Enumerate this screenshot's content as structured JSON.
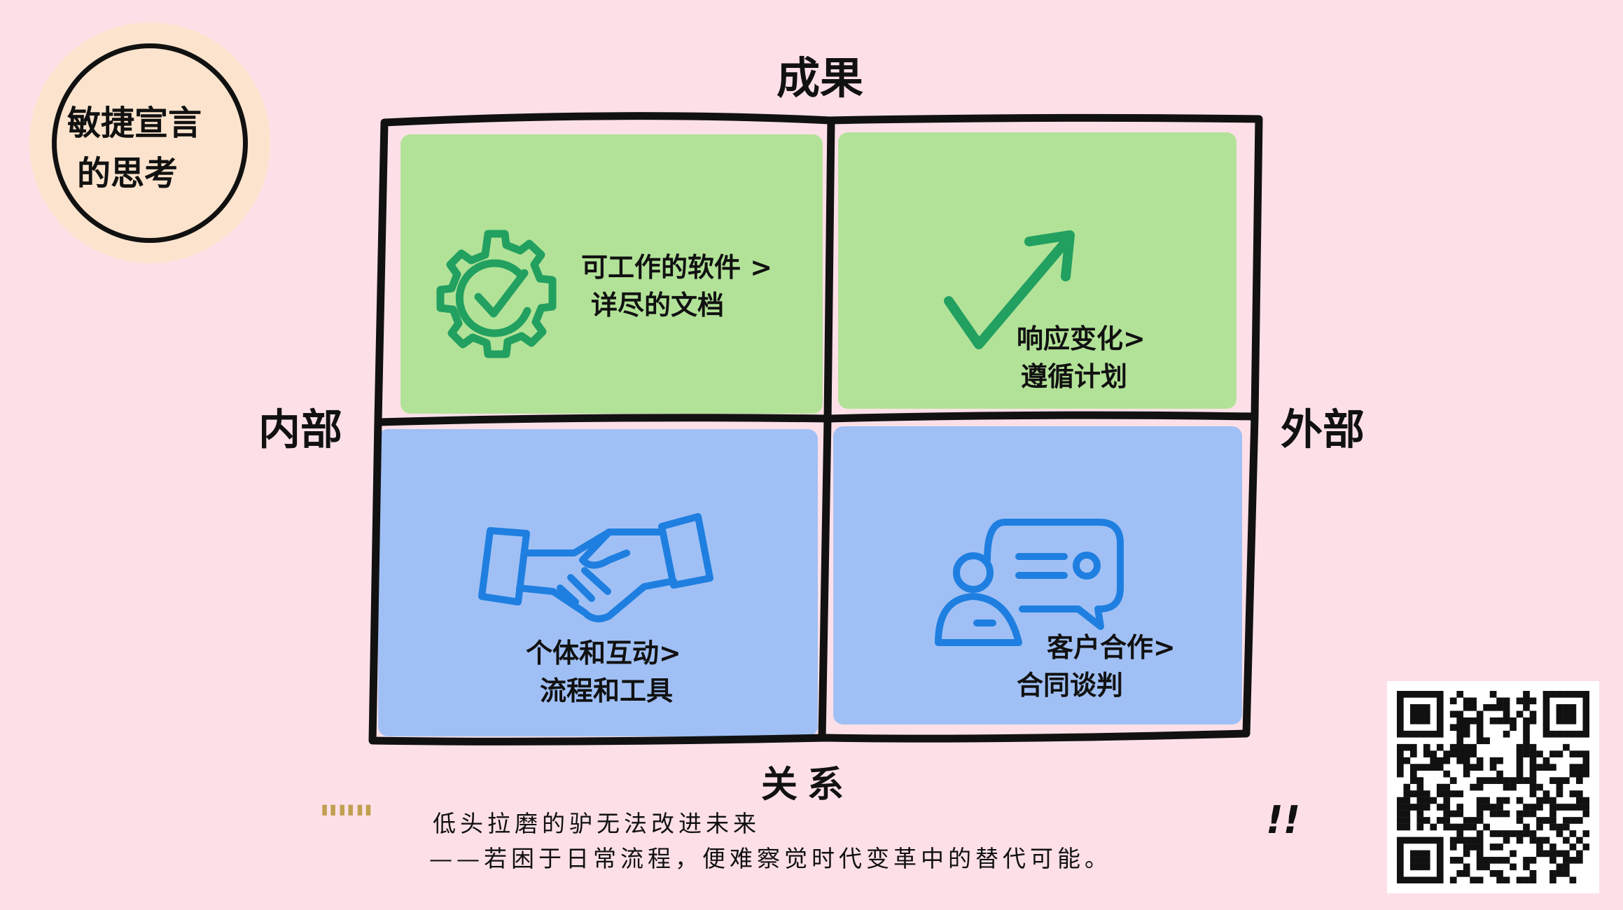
{
  "badge": {
    "line1": "敏捷宣言",
    "line2": "的思考"
  },
  "axes": {
    "top": "成果",
    "left": "内部",
    "right": "外部",
    "bottom": "关系"
  },
  "quadrants": [
    {
      "line1": "可工作的软件 >",
      "line2": "详尽的文档",
      "icon": "gear-check-icon"
    },
    {
      "line1": "响应变化>",
      "line2": "遵循计划",
      "icon": "checkmark-arrow-icon"
    },
    {
      "line1": "个体和互动>",
      "line2": "流程和工具",
      "icon": "handshake-icon"
    },
    {
      "line1": "客户合作>",
      "line2": "合同谈判",
      "icon": "person-chat-icon"
    }
  ],
  "quote": {
    "open_mark": "\"\"\"",
    "line1": "低头拉磨的驴无法改进未来",
    "line2": "——若困于日常流程，便难察觉时代变革中的替代可能。",
    "close_mark": "!!"
  },
  "colors": {
    "background": "#fde0e7",
    "green": "#b2e298",
    "blue": "#a0c0f5",
    "icon_green": "#22a060",
    "icon_blue": "#1f7fe0",
    "gold": "#c0a050"
  }
}
